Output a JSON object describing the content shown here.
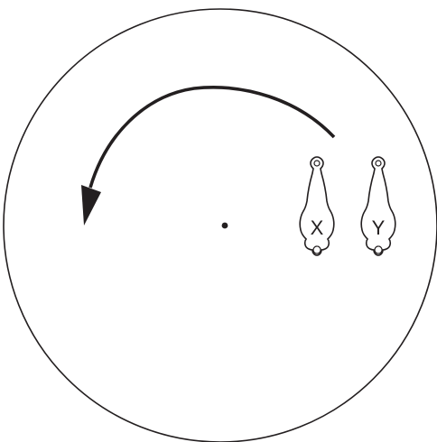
{
  "diagram": {
    "direction": "counterclockwise",
    "stroke_color": "#231f20",
    "background_color": "#ffffff",
    "figures": [
      {
        "label": "X"
      },
      {
        "label": "Y"
      }
    ]
  }
}
